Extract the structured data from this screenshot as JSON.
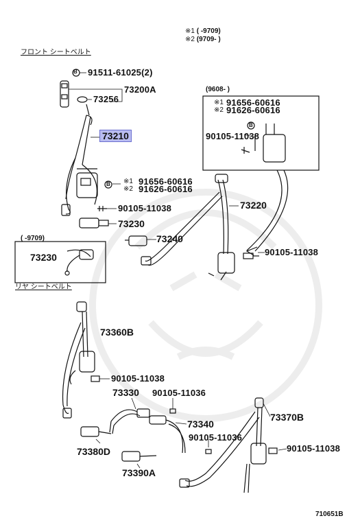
{
  "legend": {
    "line1_mark": "※1",
    "line1_text": "(      -9709)",
    "line2_mark": "※2",
    "line2_text": "(9709-      )"
  },
  "sections": {
    "front_title": "フロント シートベルト",
    "rear_title": "リヤ シートベルト"
  },
  "front": {
    "bolt_marker": "B",
    "p_91511": "91511-61025(2)",
    "p_73200a": "73200A",
    "p_73256": "73256",
    "p_73210": "73210",
    "m1": "※1",
    "m2": "※2",
    "p_91656": "91656-60616",
    "p_91626": "91626-60616",
    "p_90105_a": "90105-11038",
    "p_73230": "73230",
    "p_73240": "73240",
    "p_73220": "73220",
    "p_90105_b": "90105-11038"
  },
  "inset_right": {
    "title": "(9608-      )",
    "m1": "※1",
    "m2": "※2",
    "p_91656": "91656-60616",
    "p_91626": "91626-60616",
    "bolt_marker": "B",
    "p_90105": "90105-11038"
  },
  "inset_left": {
    "title": "(   -9709)",
    "p_73230": "73230"
  },
  "rear": {
    "p_73360b": "73360B",
    "p_90105_a": "90105-11038",
    "p_73330": "73330",
    "p_90105_11036_a": "90105-11036",
    "p_73340": "73340",
    "p_90105_11036_b": "90105-11036",
    "p_73370b": "73370B",
    "p_90105_b": "90105-11038",
    "p_73380d": "73380D",
    "p_73390a": "73390A"
  },
  "footer_code": "710651B",
  "colors": {
    "highlight": "#b9bcf0",
    "highlight_border": "#6a6fd0",
    "watermark": "#e9e9e9",
    "ink": "#111111"
  }
}
